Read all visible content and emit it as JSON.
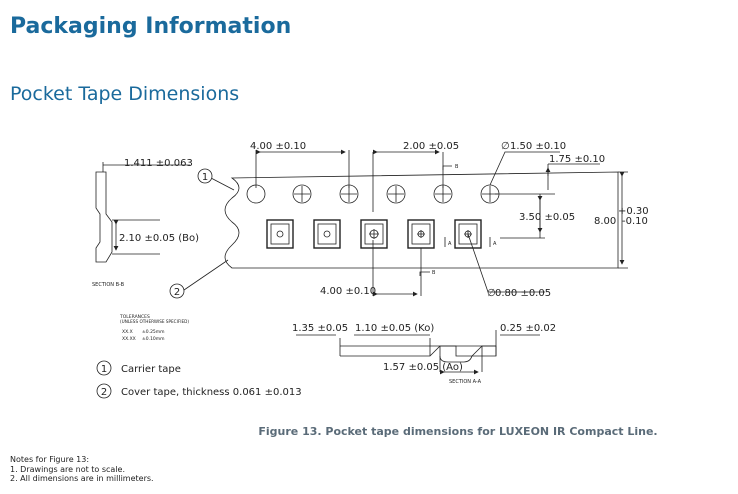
{
  "page_title": "Packaging Information",
  "section_title": "Pocket Tape Dimensions",
  "dims": {
    "pitch_top": "4.00 ±0.10",
    "hole_pitch": "2.00 ±0.05",
    "hole_dia": "1.50 ±0.10",
    "edge_to_hole": "1.75 ±0.10",
    "hole_to_pocket": "3.50 ±0.05",
    "width_plus": "+0.30",
    "width_main": "8.00",
    "width_minus": "-0.10",
    "pocket_pitch": "4.00 ±0.10",
    "pocket_hole": "0.80 ±0.05",
    "thickness_total": "1.411 ±0.063",
    "bo": "2.10 ±0.05 (Bo)",
    "section_bb": "SECTION B-B",
    "section_aa": "SECTION A-A",
    "dim_135": "1.35 ±0.05",
    "ko": "1.10 ±0.05 (Ko)",
    "thk_025": "0.25 ±0.02",
    "ao": "1.57 ±0.05 (Ao)",
    "label_b": "B",
    "label_a": "A",
    "diameter_symbol": "∅"
  },
  "tolerances": {
    "heading": "TOLERANCES",
    "sub": "(UNLESS OTHERWISE SPECIFIED)",
    "row1_key": "XX.X",
    "row1_val": "±0.25mm",
    "row2_key": "XX.XX",
    "row2_val": "±0.10mm"
  },
  "legend": [
    {
      "num": "1",
      "text": "Carrier tape"
    },
    {
      "num": "2",
      "text": "Cover tape, thickness 0.061 ±0.013"
    }
  ],
  "caption": "Figure 13. Pocket tape dimensions for LUXEON IR Compact Line.",
  "notes": {
    "heading": "Notes for Figure 13:",
    "items": [
      "1.  Drawings are not to scale.",
      "2.  All dimensions are in millimeters."
    ]
  }
}
